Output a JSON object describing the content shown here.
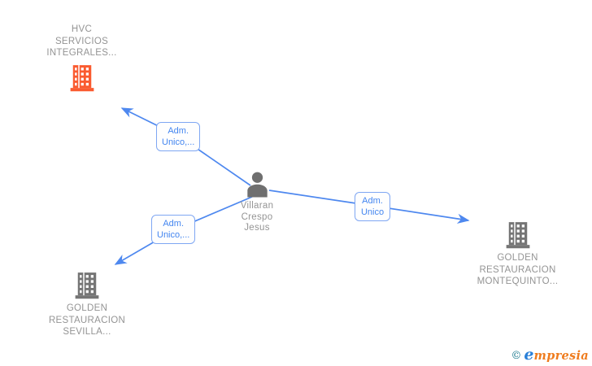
{
  "diagram": {
    "person": {
      "name": "Villaran Crespo Jesus",
      "name_lines": [
        "Villaran",
        "Crespo",
        "Jesus"
      ],
      "color": "#6f6f6f"
    },
    "companies": [
      {
        "name": "HVC SERVICIOS INTEGRALES...",
        "name_lines": [
          "HVC",
          "SERVICIOS",
          "INTEGRALES..."
        ],
        "color": "#fa5b30"
      },
      {
        "name": "GOLDEN RESTAURACION MONTEQUINTO...",
        "name_lines": [
          "GOLDEN",
          "RESTAURACION",
          "MONTEQUINTO..."
        ],
        "color": "#757575"
      },
      {
        "name": "GOLDEN RESTAURACION SEVILLA...",
        "name_lines": [
          "GOLDEN",
          "RESTAURACION",
          "SEVILLA..."
        ],
        "color": "#757575"
      }
    ],
    "edges": [
      {
        "from": "Villaran Crespo Jesus",
        "to": "HVC SERVICIOS INTEGRALES...",
        "label": "Adm. Unico,...",
        "label_lines": [
          "Adm.",
          "Unico,..."
        ]
      },
      {
        "from": "Villaran Crespo Jesus",
        "to": "GOLDEN RESTAURACION SEVILLA...",
        "label": "Adm. Unico,...",
        "label_lines": [
          "Adm.",
          "Unico,..."
        ]
      },
      {
        "from": "Villaran Crespo Jesus",
        "to": "GOLDEN RESTAURACION MONTEQUINTO...",
        "label": "Adm. Unico",
        "label_lines": [
          "Adm.",
          "Unico"
        ]
      }
    ],
    "colors": {
      "edge": "#4e88ef",
      "edge_label_border": "#7fa7f3",
      "edge_label_text": "#4486f0",
      "node_text": "#949494",
      "building_gray": "#757575",
      "building_orange": "#fa5b30",
      "person": "#6f6f6f",
      "brand_teal": "#19798e",
      "brand_blue": "#2a80d8",
      "brand_orange": "#ef7c1e"
    }
  },
  "footer": {
    "copyright_symbol": "©",
    "brand_e": "e",
    "brand_rest": "mpresia"
  }
}
